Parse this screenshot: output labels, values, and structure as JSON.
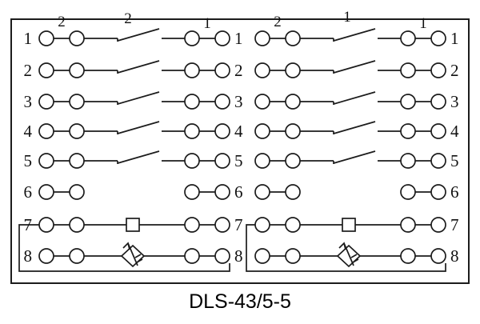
{
  "caption": "DLS-43/5-5",
  "blocks": {
    "left": {
      "numbers_left": [
        "1",
        "2",
        "3",
        "4",
        "5",
        "6",
        "7",
        "8"
      ],
      "numbers_right": [
        "1",
        "2",
        "3",
        "4",
        "5",
        "6",
        "7",
        "8"
      ],
      "labels": {
        "pair_top": "2",
        "switch_top": "2",
        "right_pair_top": "1"
      }
    },
    "right": {
      "numbers_right": [
        "1",
        "2",
        "3",
        "4",
        "5",
        "6",
        "7",
        "8"
      ],
      "labels": {
        "pair_top": "2",
        "switch_top": "1",
        "right_pair_top": "1"
      }
    }
  }
}
